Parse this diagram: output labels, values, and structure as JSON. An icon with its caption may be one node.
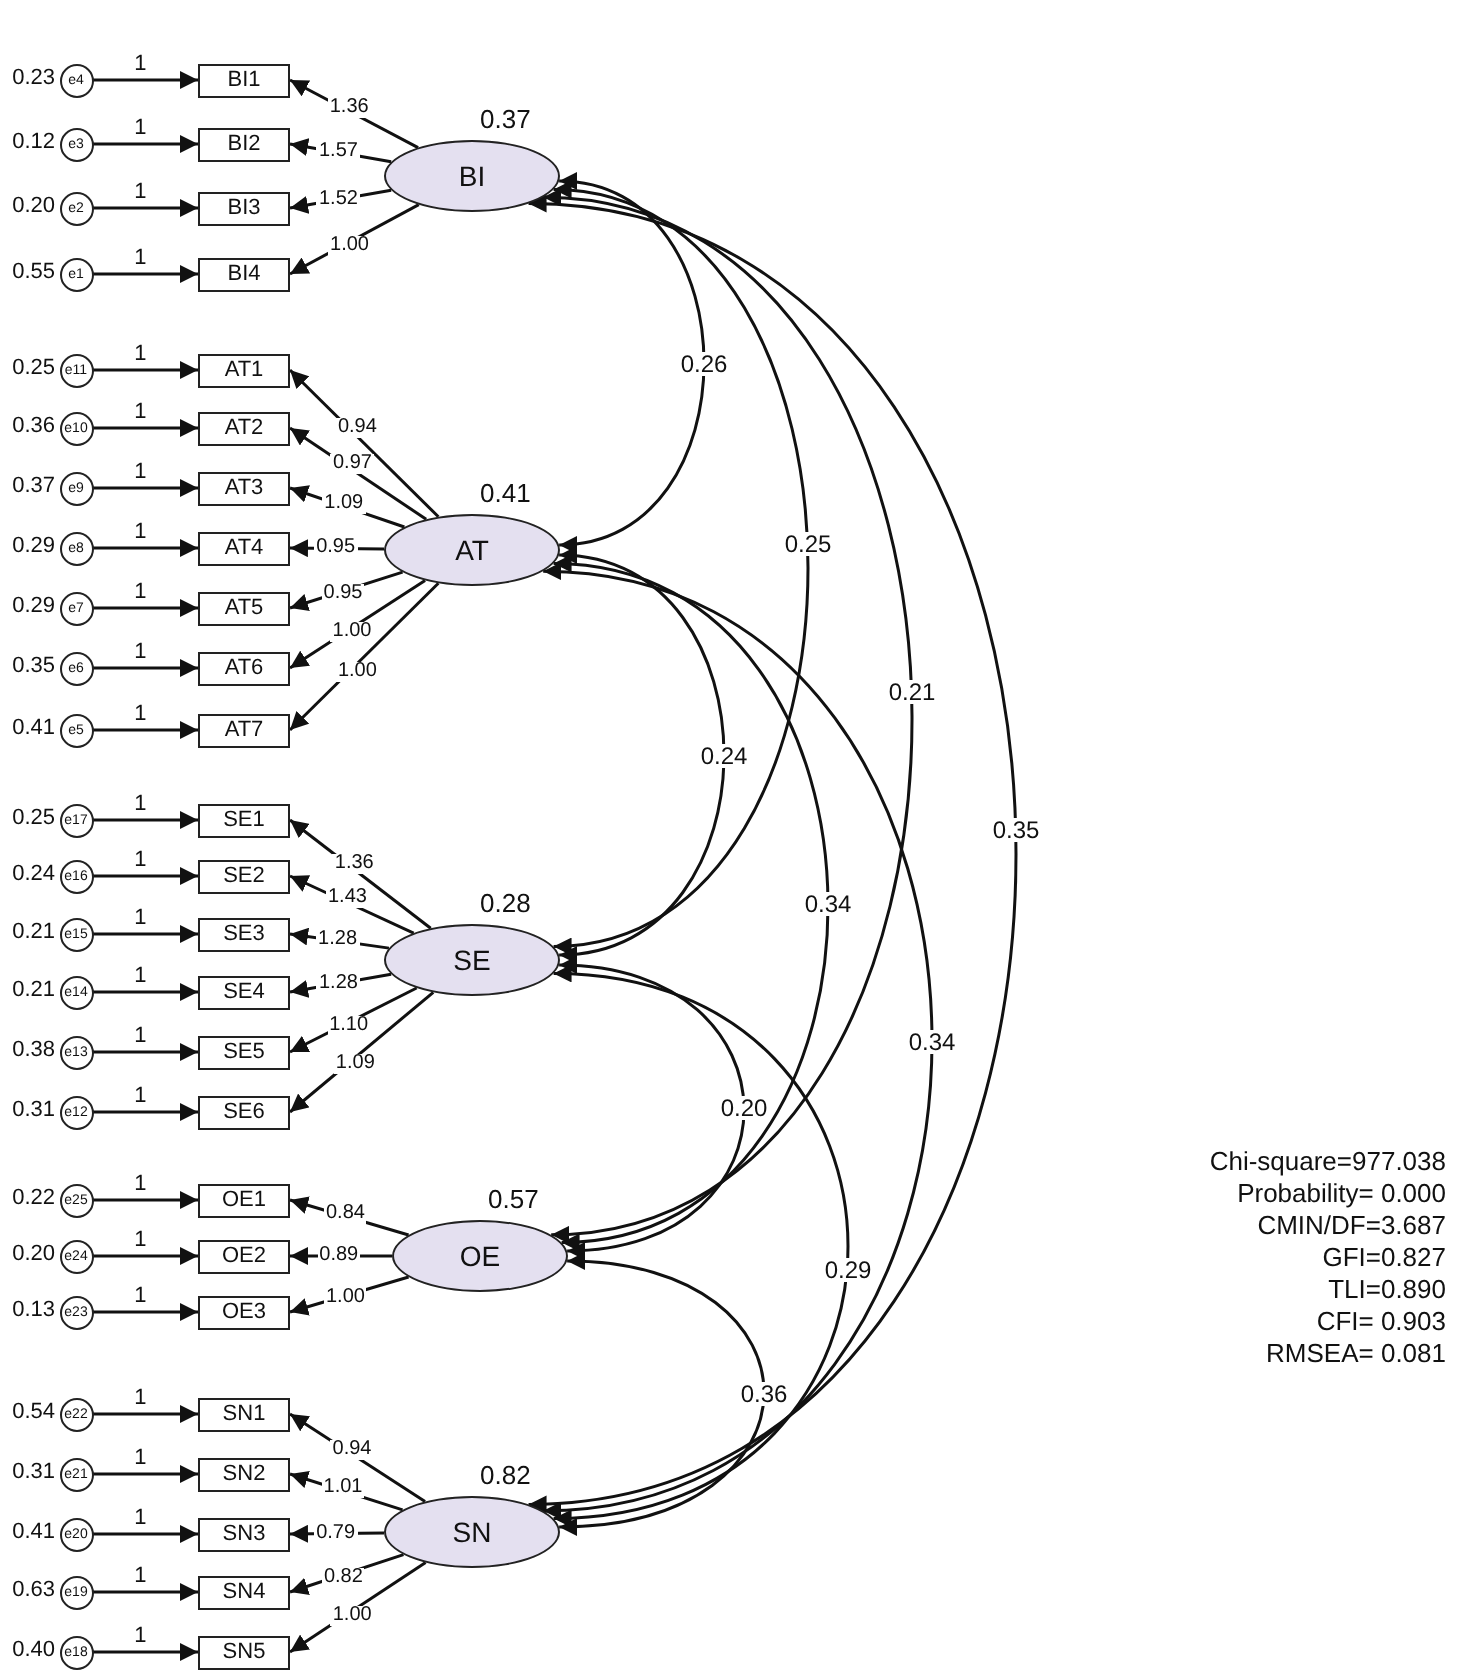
{
  "diagram": {
    "nodes": [
      {
        "text": [
          "BI"
        ],
        "beside": [
          "0.37"
        ]
      },
      {
        "text": [
          "e4"
        ],
        "beside": [
          "0.23"
        ]
      },
      {
        "text": [
          "BI1"
        ]
      },
      {
        "text": [
          "e3"
        ],
        "beside": [
          "0.12"
        ]
      },
      {
        "text": [
          "BI2"
        ]
      },
      {
        "text": [
          "e2"
        ],
        "beside": [
          "0.20"
        ]
      },
      {
        "text": [
          "BI3"
        ]
      },
      {
        "text": [
          "e1"
        ],
        "beside": [
          "0.55"
        ]
      },
      {
        "text": [
          "BI4"
        ]
      },
      {
        "text": [
          "AT"
        ],
        "beside": [
          "0.41"
        ]
      },
      {
        "text": [
          "e11"
        ],
        "beside": [
          "0.25"
        ]
      },
      {
        "text": [
          "AT1"
        ]
      },
      {
        "text": [
          "e10"
        ],
        "beside": [
          "0.36"
        ]
      },
      {
        "text": [
          "AT2"
        ]
      },
      {
        "text": [
          "e9"
        ],
        "beside": [
          "0.37"
        ]
      },
      {
        "text": [
          "AT3"
        ]
      },
      {
        "text": [
          "e8"
        ],
        "beside": [
          "0.29"
        ]
      },
      {
        "text": [
          "AT4"
        ]
      },
      {
        "text": [
          "e7"
        ],
        "beside": [
          "0.29"
        ]
      },
      {
        "text": [
          "AT5"
        ]
      },
      {
        "text": [
          "e6"
        ],
        "beside": [
          "0.35"
        ]
      },
      {
        "text": [
          "AT6"
        ]
      },
      {
        "text": [
          "e5"
        ],
        "beside": [
          "0.41"
        ]
      },
      {
        "text": [
          "AT7"
        ]
      },
      {
        "text": [
          "SE"
        ],
        "beside": [
          "0.28"
        ]
      },
      {
        "text": [
          "e17"
        ],
        "beside": [
          "0.25"
        ]
      },
      {
        "text": [
          "SE1"
        ]
      },
      {
        "text": [
          "e16"
        ],
        "beside": [
          "0.24"
        ]
      },
      {
        "text": [
          "SE2"
        ]
      },
      {
        "text": [
          "e15"
        ],
        "beside": [
          "0.21"
        ]
      },
      {
        "text": [
          "SE3"
        ]
      },
      {
        "text": [
          "e14"
        ],
        "beside": [
          "0.21"
        ]
      },
      {
        "text": [
          "SE4"
        ]
      },
      {
        "text": [
          "e13"
        ],
        "beside": [
          "0.38"
        ]
      },
      {
        "text": [
          "SE5"
        ]
      },
      {
        "text": [
          "e12"
        ],
        "beside": [
          "0.31"
        ]
      },
      {
        "text": [
          "SE6"
        ]
      },
      {
        "text": [
          "OE"
        ],
        "beside": [
          "0.57"
        ]
      },
      {
        "text": [
          "e25"
        ],
        "beside": [
          "0.22"
        ]
      },
      {
        "text": [
          "OE1"
        ]
      },
      {
        "text": [
          "e24"
        ],
        "beside": [
          "0.20"
        ]
      },
      {
        "text": [
          "OE2"
        ]
      },
      {
        "text": [
          "e23"
        ],
        "beside": [
          "0.13"
        ]
      },
      {
        "text": [
          "OE3"
        ]
      },
      {
        "text": [
          "SN"
        ],
        "beside": [
          "0.82"
        ]
      },
      {
        "text": [
          "e22"
        ],
        "beside": [
          "0.54"
        ]
      },
      {
        "text": [
          "SN1"
        ]
      },
      {
        "text": [
          "e21"
        ],
        "beside": [
          "0.31"
        ]
      },
      {
        "text": [
          "SN2"
        ]
      },
      {
        "text": [
          "e20"
        ],
        "beside": [
          "0.41"
        ]
      },
      {
        "text": [
          "SN3"
        ]
      },
      {
        "text": [
          "e19"
        ],
        "beside": [
          "0.63"
        ]
      },
      {
        "text": [
          "SN4"
        ]
      },
      {
        "text": [
          "e18"
        ],
        "beside": [
          "0.40"
        ]
      },
      {
        "text": [
          "SN5"
        ]
      }
    ],
    "edges": [
      {
        "from": 1,
        "to": 2,
        "arrow": "to",
        "label": "1"
      },
      {
        "from": 3,
        "to": 4,
        "arrow": "to",
        "label": "1"
      },
      {
        "from": 5,
        "to": 6,
        "arrow": "to",
        "label": "1"
      },
      {
        "from": 7,
        "to": 8,
        "arrow": "to",
        "label": "1"
      },
      {
        "from": 0,
        "to": 2,
        "arrow": "to",
        "label": "1.36"
      },
      {
        "from": 0,
        "to": 4,
        "arrow": "to",
        "label": "1.57"
      },
      {
        "from": 0,
        "to": 6,
        "arrow": "to",
        "label": "1.52"
      },
      {
        "from": 0,
        "to": 8,
        "arrow": "to",
        "label": "1.00"
      },
      {
        "from": 10,
        "to": 11,
        "arrow": "to",
        "label": "1"
      },
      {
        "from": 12,
        "to": 13,
        "arrow": "to",
        "label": "1"
      },
      {
        "from": 14,
        "to": 15,
        "arrow": "to",
        "label": "1"
      },
      {
        "from": 16,
        "to": 17,
        "arrow": "to",
        "label": "1"
      },
      {
        "from": 18,
        "to": 19,
        "arrow": "to",
        "label": "1"
      },
      {
        "from": 20,
        "to": 21,
        "arrow": "to",
        "label": "1"
      },
      {
        "from": 22,
        "to": 23,
        "arrow": "to",
        "label": "1"
      },
      {
        "from": 9,
        "to": 11,
        "arrow": "to",
        "label": "0.94"
      },
      {
        "from": 9,
        "to": 13,
        "arrow": "to",
        "label": "0.97"
      },
      {
        "from": 9,
        "to": 15,
        "arrow": "to",
        "label": "1.09"
      },
      {
        "from": 9,
        "to": 17,
        "arrow": "to",
        "label": "0.95"
      },
      {
        "from": 9,
        "to": 19,
        "arrow": "to",
        "label": "0.95"
      },
      {
        "from": 9,
        "to": 21,
        "arrow": "to",
        "label": "1.00"
      },
      {
        "from": 9,
        "to": 23,
        "arrow": "to",
        "label": "1.00"
      },
      {
        "from": 25,
        "to": 26,
        "arrow": "to",
        "label": "1"
      },
      {
        "from": 27,
        "to": 28,
        "arrow": "to",
        "label": "1"
      },
      {
        "from": 29,
        "to": 30,
        "arrow": "to",
        "label": "1"
      },
      {
        "from": 31,
        "to": 32,
        "arrow": "to",
        "label": "1"
      },
      {
        "from": 33,
        "to": 34,
        "arrow": "to",
        "label": "1"
      },
      {
        "from": 35,
        "to": 36,
        "arrow": "to",
        "label": "1"
      },
      {
        "from": 24,
        "to": 26,
        "arrow": "to",
        "label": "1.36"
      },
      {
        "from": 24,
        "to": 28,
        "arrow": "to",
        "label": "1.43"
      },
      {
        "from": 24,
        "to": 30,
        "arrow": "to",
        "label": "1.28"
      },
      {
        "from": 24,
        "to": 32,
        "arrow": "to",
        "label": "1.28"
      },
      {
        "from": 24,
        "to": 34,
        "arrow": "to",
        "label": "1.10"
      },
      {
        "from": 24,
        "to": 36,
        "arrow": "to",
        "label": "1.09"
      },
      {
        "from": 38,
        "to": 39,
        "arrow": "to",
        "label": "1"
      },
      {
        "from": 40,
        "to": 41,
        "arrow": "to",
        "label": "1"
      },
      {
        "from": 42,
        "to": 43,
        "arrow": "to",
        "label": "1"
      },
      {
        "from": 37,
        "to": 39,
        "arrow": "to",
        "label": "0.84"
      },
      {
        "from": 37,
        "to": 41,
        "arrow": "to",
        "label": "0.89"
      },
      {
        "from": 37,
        "to": 43,
        "arrow": "to",
        "label": "1.00"
      },
      {
        "from": 45,
        "to": 46,
        "arrow": "to",
        "label": "1"
      },
      {
        "from": 47,
        "to": 48,
        "arrow": "to",
        "label": "1"
      },
      {
        "from": 49,
        "to": 50,
        "arrow": "to",
        "label": "1"
      },
      {
        "from": 51,
        "to": 52,
        "arrow": "to",
        "label": "1"
      },
      {
        "from": 53,
        "to": 54,
        "arrow": "to",
        "label": "1"
      },
      {
        "from": 44,
        "to": 46,
        "arrow": "to",
        "label": "0.94"
      },
      {
        "from": 44,
        "to": 48,
        "arrow": "to",
        "label": "1.01"
      },
      {
        "from": 44,
        "to": 50,
        "arrow": "to",
        "label": "0.79"
      },
      {
        "from": 44,
        "to": 52,
        "arrow": "to",
        "label": "0.82"
      },
      {
        "from": 44,
        "to": 54,
        "arrow": "to",
        "label": "1.00"
      },
      {
        "from": 0,
        "to": 9,
        "arrow": "both",
        "label": "0.26"
      },
      {
        "from": 0,
        "to": 24,
        "arrow": "both",
        "label": "0.25"
      },
      {
        "from": 0,
        "to": 37,
        "arrow": "both",
        "label": "0.21"
      },
      {
        "from": 0,
        "to": 44,
        "arrow": "both",
        "label": "0.35"
      },
      {
        "from": 9,
        "to": 24,
        "arrow": "both",
        "label": "0.24"
      },
      {
        "from": 9,
        "to": 37,
        "arrow": "both",
        "label": "0.34"
      },
      {
        "from": 9,
        "to": 44,
        "arrow": "both",
        "label": "0.34"
      },
      {
        "from": 24,
        "to": 37,
        "arrow": "both",
        "label": "0.20"
      },
      {
        "from": 24,
        "to": 44,
        "arrow": "both",
        "label": "0.29"
      },
      {
        "from": 37,
        "to": 44,
        "arrow": "both",
        "label": "0.36"
      }
    ],
    "labels": [
      "Chi-square=977.038",
      "Probability= 0.000",
      "CMIN/DF=3.687",
      "GFI=0.827",
      "TLI=0.890",
      "CFI= 0.903",
      "RMSEA= 0.081"
    ]
  }
}
